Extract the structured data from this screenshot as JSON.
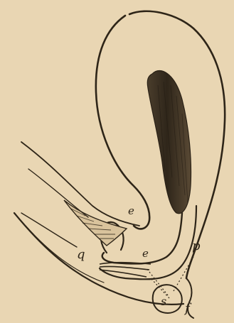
{
  "figure": {
    "labels": {
      "q": "q",
      "p": "p",
      "s": "s",
      "f": "f",
      "e_upper": "e",
      "e_lower": "e"
    },
    "colors": {
      "paper": "#e9d6b3",
      "ink": "#2e2518",
      "shade": "#3a2f22"
    }
  }
}
